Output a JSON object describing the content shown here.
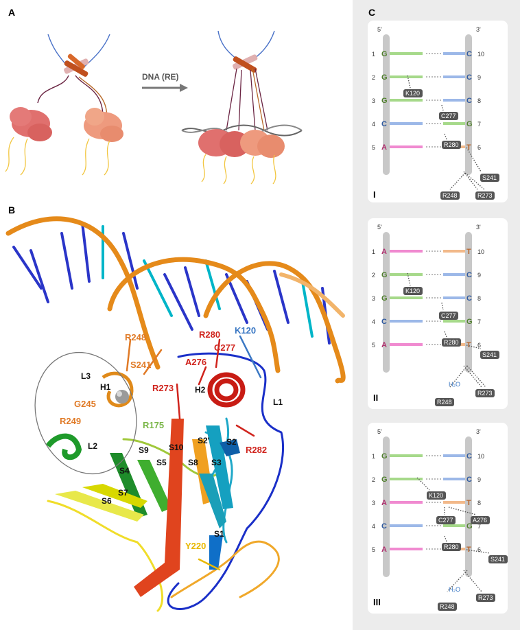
{
  "panels": {
    "a": "A",
    "b": "B",
    "c": "C"
  },
  "panel_a": {
    "arrow_label": "DNA (RE)"
  },
  "panel_b": {
    "labels": [
      {
        "key": "R248",
        "text": "R248",
        "color": "#e07a26"
      },
      {
        "key": "S241",
        "text": "S241",
        "color": "#e07a26"
      },
      {
        "key": "G245",
        "text": "G245",
        "color": "#e07a26"
      },
      {
        "key": "R249",
        "text": "R249",
        "color": "#e07a26"
      },
      {
        "key": "R280",
        "text": "R280",
        "color": "#d0241d"
      },
      {
        "key": "C277",
        "text": "C277",
        "color": "#d0241d"
      },
      {
        "key": "A276",
        "text": "A276",
        "color": "#d0241d"
      },
      {
        "key": "R273",
        "text": "R273",
        "color": "#d0241d"
      },
      {
        "key": "R282",
        "text": "R282",
        "color": "#d0241d"
      },
      {
        "key": "K120",
        "text": "K120",
        "color": "#3b78c4"
      },
      {
        "key": "R175",
        "text": "R175",
        "color": "#7ab648"
      },
      {
        "key": "Y220",
        "text": "Y220",
        "color": "#e8b800"
      },
      {
        "key": "L3",
        "text": "L3",
        "color": "#111"
      },
      {
        "key": "H1",
        "text": "H1",
        "color": "#111"
      },
      {
        "key": "H2",
        "text": "H2",
        "color": "#111"
      },
      {
        "key": "L1",
        "text": "L1",
        "color": "#111"
      },
      {
        "key": "L2",
        "text": "L2",
        "color": "#111"
      },
      {
        "key": "S1",
        "text": "S1",
        "color": "#111"
      },
      {
        "key": "S2",
        "text": "S2",
        "color": "#111"
      },
      {
        "key": "S2p",
        "text": "S2'",
        "color": "#111"
      },
      {
        "key": "S3",
        "text": "S3",
        "color": "#111"
      },
      {
        "key": "S4",
        "text": "S4",
        "color": "#111"
      },
      {
        "key": "S5",
        "text": "S5",
        "color": "#111"
      },
      {
        "key": "S6",
        "text": "S6",
        "color": "#111"
      },
      {
        "key": "S7",
        "text": "S7",
        "color": "#111"
      },
      {
        "key": "S8",
        "text": "S8",
        "color": "#111"
      },
      {
        "key": "S9",
        "text": "S9",
        "color": "#111"
      },
      {
        "key": "S10",
        "text": "S10",
        "color": "#111"
      }
    ]
  },
  "panel_c": {
    "strand_left": "5'",
    "strand_right": "3'",
    "colors": {
      "G": "#a6d98a",
      "C": "#9cb8e8",
      "A": "#f08ad0",
      "T": "#f2b98a"
    },
    "text_colors": {
      "G": "#4f7f2c",
      "C": "#2f5aa0",
      "A": "#b0306e",
      "T": "#b8652a"
    },
    "cards": [
      {
        "roman": "I",
        "pairs": [
          {
            "n": "1",
            "left": "G",
            "right": "C",
            "rn": "10"
          },
          {
            "n": "2",
            "left": "G",
            "right": "C",
            "rn": "9"
          },
          {
            "n": "3",
            "left": "G",
            "right": "C",
            "rn": "8"
          },
          {
            "n": "4",
            "left": "C",
            "right": "G",
            "rn": "7"
          },
          {
            "n": "5",
            "left": "A",
            "right": "T",
            "rn": "6"
          }
        ],
        "tags": [
          "K120",
          "C277",
          "R280",
          "S241",
          "R248",
          "R273"
        ],
        "water": ""
      },
      {
        "roman": "II",
        "pairs": [
          {
            "n": "1",
            "left": "A",
            "right": "T",
            "rn": "10"
          },
          {
            "n": "2",
            "left": "G",
            "right": "C",
            "rn": "9"
          },
          {
            "n": "3",
            "left": "G",
            "right": "C",
            "rn": "8"
          },
          {
            "n": "4",
            "left": "C",
            "right": "G",
            "rn": "7"
          },
          {
            "n": "5",
            "left": "A",
            "right": "T",
            "rn": "6"
          }
        ],
        "tags": [
          "K120",
          "C277",
          "R280",
          "S241",
          "R248",
          "R273"
        ],
        "water": "H₂O"
      },
      {
        "roman": "III",
        "pairs": [
          {
            "n": "1",
            "left": "G",
            "right": "C",
            "rn": "10"
          },
          {
            "n": "2",
            "left": "G",
            "right": "C",
            "rn": "9"
          },
          {
            "n": "3",
            "left": "A",
            "right": "T",
            "rn": "8"
          },
          {
            "n": "4",
            "left": "C",
            "right": "G",
            "rn": "7"
          },
          {
            "n": "5",
            "left": "A",
            "right": "T",
            "rn": "6"
          }
        ],
        "tags": [
          "K120",
          "C277",
          "A276",
          "R280",
          "S241",
          "R248",
          "R273"
        ],
        "water": "H₂O"
      }
    ]
  }
}
